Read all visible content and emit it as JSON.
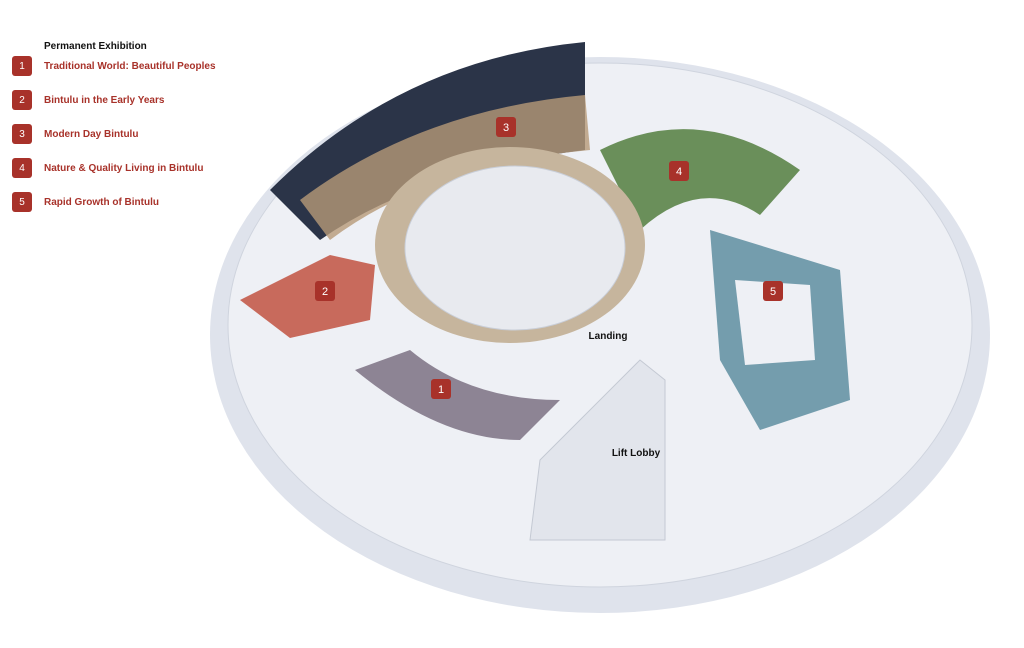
{
  "legend": {
    "title": "Permanent Exhibition",
    "items": [
      {
        "number": "1",
        "label": "Traditional World: Beautiful Peoples"
      },
      {
        "number": "2",
        "label": "Bintulu in the Early Years"
      },
      {
        "number": "3",
        "label": "Modern Day Bintulu"
      },
      {
        "number": "4",
        "label": "Nature & Quality Living in Bintulu"
      },
      {
        "number": "5",
        "label": "Rapid Growth of Bintulu"
      }
    ]
  },
  "map": {
    "markers": [
      "1",
      "2",
      "3",
      "4",
      "5"
    ],
    "areas": {
      "landing": "Landing",
      "lift_lobby": "Lift Lobby"
    }
  },
  "colors": {
    "accent": "#a8322a"
  }
}
